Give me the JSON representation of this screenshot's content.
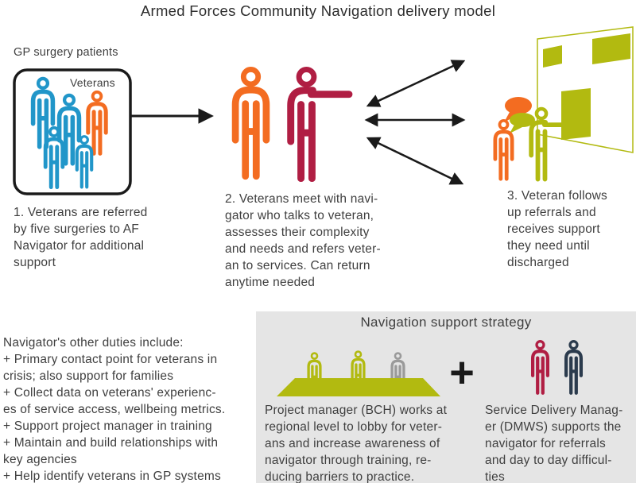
{
  "title": "Armed Forces Community Navigation delivery model",
  "colors": {
    "blue": "#2196C9",
    "orange": "#F36C21",
    "crimson": "#B01E43",
    "olive": "#B2BA10",
    "gray-person": "#9A9A9A",
    "navy": "#2B3B4D",
    "panel": "#E5E5E5",
    "ink": "#1A1A1A",
    "text": "#3F3F3F"
  },
  "referral": {
    "group_label": "GP surgery patients",
    "box_label": "Veterans",
    "caption": "1. Veterans are referred\nby five surgeries to AF\nNavigator for additional\nsupport"
  },
  "meeting": {
    "caption": "2. Veterans meet with navi-\ngator who talks to veteran,\nassesses their complexity\nand needs and refers veter-\nan to services. Can return\nanytime needed"
  },
  "followup": {
    "caption": "3. Veteran follows\nup referrals and\nreceives support\nthey need until\ndischarged"
  },
  "duties": {
    "text": "Navigator's other duties include:\n+ Primary contact point for veterans in\ncrisis; also support for families\n+ Collect data on veterans' experienc-\nes of service access, wellbeing metrics.\n+ Support project manager in training\n+ Maintain and build relationships with\nkey agencies\n+ Help identify veterans in GP systems"
  },
  "strategy": {
    "title": "Navigation support strategy",
    "plus_icon": "+",
    "project_manager_caption": "Project manager (BCH) works at\nregional level to lobby for veter-\nans and increase awareness of\nnavigator through training, re-\nducing barriers to practice.",
    "service_manager_caption": "Service Delivery Manag-\ner (DMWS) supports the\nnavigator for referrals\nand day to day difficul-\nties"
  }
}
